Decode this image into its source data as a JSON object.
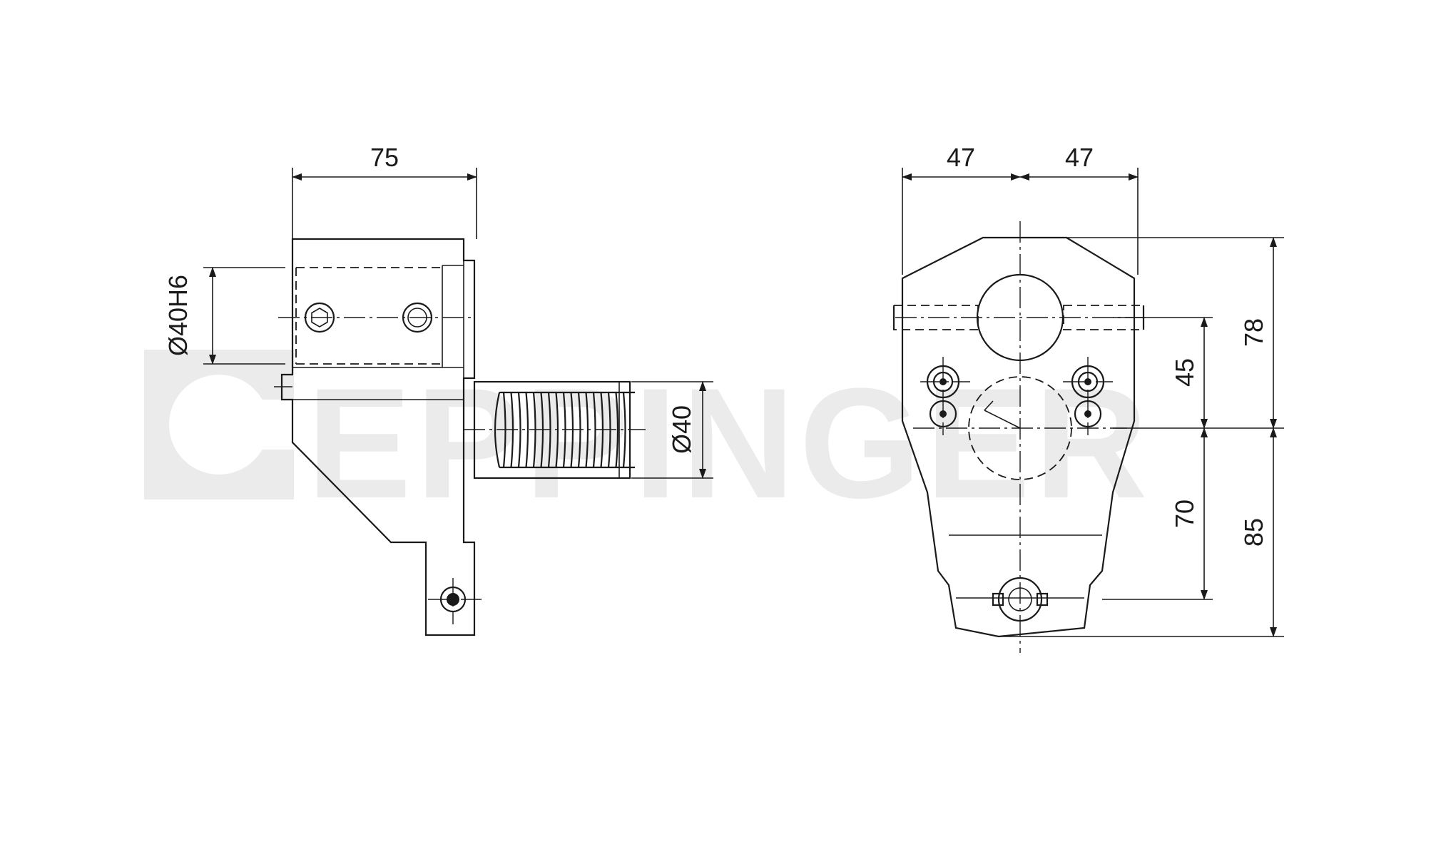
{
  "watermark": {
    "text": "EPPINGER"
  },
  "side_view": {
    "dim_width": "75",
    "dim_bore": "Ø40H6",
    "dim_shank": "Ø40"
  },
  "front_view": {
    "dim_left_half": "47",
    "dim_right_half": "47",
    "dim_height_upper": "78",
    "dim_center_upper": "45",
    "dim_center_lower": "70",
    "dim_height_lower": "85"
  },
  "colors": {
    "line": "#1a1a1a",
    "watermark": "#ebebeb",
    "background": "#ffffff"
  }
}
